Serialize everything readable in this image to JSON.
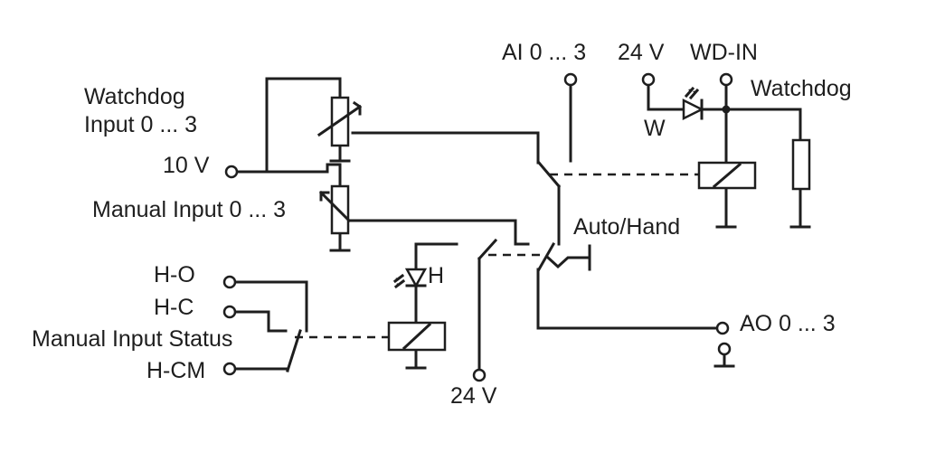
{
  "labels": {
    "ai": "AI 0 ... 3",
    "v24_top": "24 V",
    "wd_in": "WD-IN",
    "watchdog": "Watchdog",
    "w": "W",
    "watchdog_input_1": "Watchdog",
    "watchdog_input_2": "Input 0 ... 3",
    "v10": "10 V",
    "manual_input": "Manual Input 0 ... 3",
    "auto_hand": "Auto/Hand",
    "h": "H",
    "h_o": "H-O",
    "h_c": "H-C",
    "manual_input_status": "Manual Input Status",
    "h_cm": "H-CM",
    "ao": "AO 0 ... 3",
    "v24_bottom": "24 V"
  }
}
